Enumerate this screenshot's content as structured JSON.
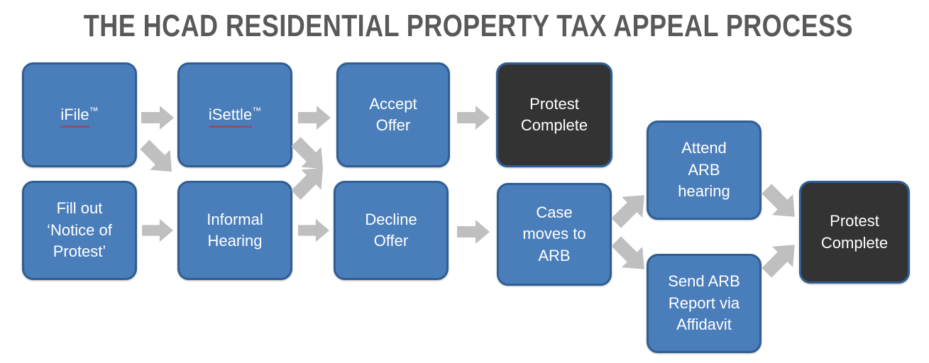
{
  "title": "THE HCAD RESIDENTIAL PROPERTY TAX APPEAL PROCESS",
  "colors": {
    "title_text": "#595959",
    "node_blue_fill": "#4A7EBB",
    "node_dark_fill": "#333333",
    "node_border": "#2E5E93",
    "node_text": "#FFFFFF",
    "arrow_fill": "#BFBFBF",
    "spellcheck_underline": "#B03030",
    "background": "#FFFFFF"
  },
  "diagram": {
    "type": "flowchart",
    "nodes": [
      {
        "id": "ifile",
        "label": "iFile",
        "trademark": "TM",
        "spellcheck_flagged": true,
        "style": "blue",
        "row": "top"
      },
      {
        "id": "isettle",
        "label": "iSettle",
        "trademark": "TM",
        "spellcheck_flagged": true,
        "style": "blue",
        "row": "top"
      },
      {
        "id": "accept-offer",
        "label": "Accept\nOffer",
        "trademark": "",
        "spellcheck_flagged": false,
        "style": "blue",
        "row": "top"
      },
      {
        "id": "protest-complete-top",
        "label": "Protest\nComplete",
        "trademark": "",
        "spellcheck_flagged": false,
        "style": "dark",
        "row": "top"
      },
      {
        "id": "notice-of-protest",
        "label": "Fill out\n‘Notice of\nProtest’",
        "trademark": "",
        "spellcheck_flagged": false,
        "style": "blue",
        "row": "bottom"
      },
      {
        "id": "informal-hearing",
        "label": "Informal\nHearing",
        "trademark": "",
        "spellcheck_flagged": false,
        "style": "blue",
        "row": "bottom"
      },
      {
        "id": "decline-offer",
        "label": "Decline\nOffer",
        "trademark": "",
        "spellcheck_flagged": false,
        "style": "blue",
        "row": "bottom"
      },
      {
        "id": "case-moves-to-arb",
        "label": "Case\nmoves to\nARB",
        "trademark": "",
        "spellcheck_flagged": false,
        "style": "blue",
        "row": "bottom"
      },
      {
        "id": "attend-arb-hearing",
        "label": "Attend\nARB\nhearing",
        "trademark": "",
        "spellcheck_flagged": false,
        "style": "blue",
        "row": "upper-right"
      },
      {
        "id": "send-arb-report",
        "label": "Send ARB\nReport via\nAffidavit",
        "trademark": "",
        "spellcheck_flagged": false,
        "style": "blue",
        "row": "lower-right"
      },
      {
        "id": "protest-complete-end",
        "label": "Protest\nComplete",
        "trademark": "",
        "spellcheck_flagged": false,
        "style": "dark",
        "row": "right"
      }
    ],
    "edges": [
      {
        "from": "ifile",
        "to": "isettle",
        "direction": "right"
      },
      {
        "from": "ifile",
        "to": "informal-hearing",
        "direction": "down-right"
      },
      {
        "from": "isettle",
        "to": "accept-offer",
        "direction": "right"
      },
      {
        "from": "isettle",
        "to": "decline-offer",
        "direction": "down-right"
      },
      {
        "from": "accept-offer",
        "to": "protest-complete-top",
        "direction": "right"
      },
      {
        "from": "notice-of-protest",
        "to": "informal-hearing",
        "direction": "right"
      },
      {
        "from": "informal-hearing",
        "to": "accept-offer",
        "direction": "up-right"
      },
      {
        "from": "informal-hearing",
        "to": "decline-offer",
        "direction": "right"
      },
      {
        "from": "decline-offer",
        "to": "case-moves-to-arb",
        "direction": "right"
      },
      {
        "from": "case-moves-to-arb",
        "to": "attend-arb-hearing",
        "direction": "up-right"
      },
      {
        "from": "case-moves-to-arb",
        "to": "send-arb-report",
        "direction": "down-right"
      },
      {
        "from": "attend-arb-hearing",
        "to": "protest-complete-end",
        "direction": "down-right"
      },
      {
        "from": "send-arb-report",
        "to": "protest-complete-end",
        "direction": "up-right"
      }
    ]
  }
}
